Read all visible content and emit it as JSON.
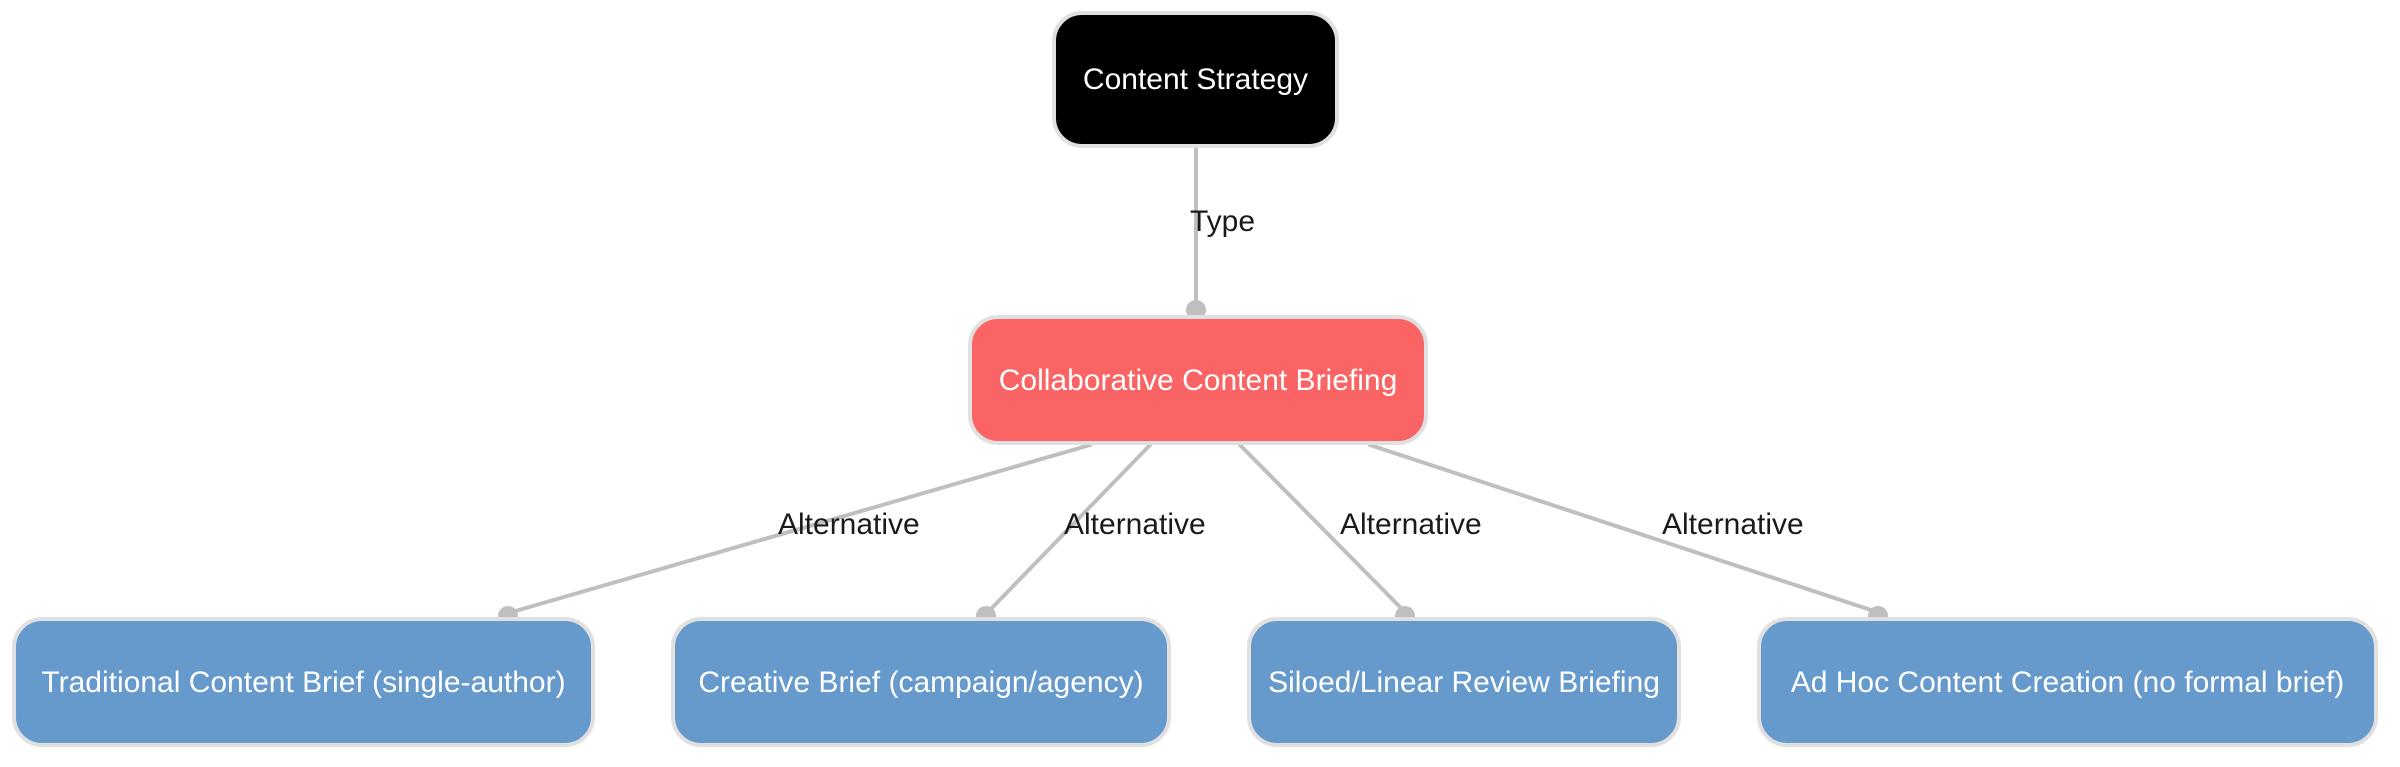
{
  "diagram": {
    "type": "tree",
    "title": "Content Strategy",
    "background_color": "#ffffff",
    "colors": {
      "root_fill": "#000000",
      "root_text": "#ffffff",
      "focus_fill": "#fa6464",
      "focus_text": "#ffffff",
      "alternative_fill": "#6699cc",
      "alternative_text": "#ffffff",
      "node_border": "#e0e0e0",
      "edge_line": "#bfbfbf",
      "edge_marker": "#bfbfbf",
      "edge_label_text": "#1a1a1a"
    },
    "nodes": {
      "root": {
        "label": "Content Strategy"
      },
      "focus": {
        "label": "Collaborative Content Briefing"
      },
      "alternatives": [
        {
          "label": "Traditional Content Brief (single-author)"
        },
        {
          "label": "Creative Brief (campaign/agency)"
        },
        {
          "label": "Siloed/Linear Review Briefing"
        },
        {
          "label": "Ad Hoc Content Creation (no formal brief)"
        }
      ]
    },
    "edges": [
      {
        "from": "Content Strategy",
        "to": "Collaborative Content Briefing",
        "label": "Type"
      },
      {
        "from": "Collaborative Content Briefing",
        "to": "Traditional Content Brief (single-author)",
        "label": "Alternative"
      },
      {
        "from": "Collaborative Content Briefing",
        "to": "Creative Brief (campaign/agency)",
        "label": "Alternative"
      },
      {
        "from": "Collaborative Content Briefing",
        "to": "Siloed/Linear Review Briefing",
        "label": "Alternative"
      },
      {
        "from": "Collaborative Content Briefing",
        "to": "Ad Hoc Content Creation (no formal brief)",
        "label": "Alternative"
      }
    ],
    "edge_labels": {
      "type": "Type",
      "alternative_1": "Alternative",
      "alternative_2": "Alternative",
      "alternative_3": "Alternative",
      "alternative_4": "Alternative"
    }
  }
}
